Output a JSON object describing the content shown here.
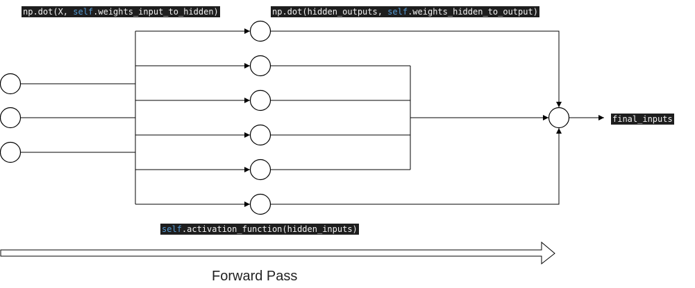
{
  "labels": {
    "input_to_hidden": {
      "prefix": "np.dot(X, ",
      "keyword": "self",
      "suffix": ".weights_input_to_hidden)"
    },
    "hidden_to_output": {
      "prefix": "np.dot(hidden_outputs, ",
      "keyword": "self",
      "suffix": ".weights_hidden_to_output)"
    },
    "activation": {
      "prefix": "",
      "keyword": "self",
      "suffix": ".activation_function(hidden_inputs)"
    },
    "final_inputs": "final_inputs"
  },
  "caption": "Forward Pass",
  "colors": {
    "label_bg": "#1e1e1e",
    "label_text": "#f2f2f2",
    "keyword": "#569cd6",
    "line": "#000000"
  }
}
